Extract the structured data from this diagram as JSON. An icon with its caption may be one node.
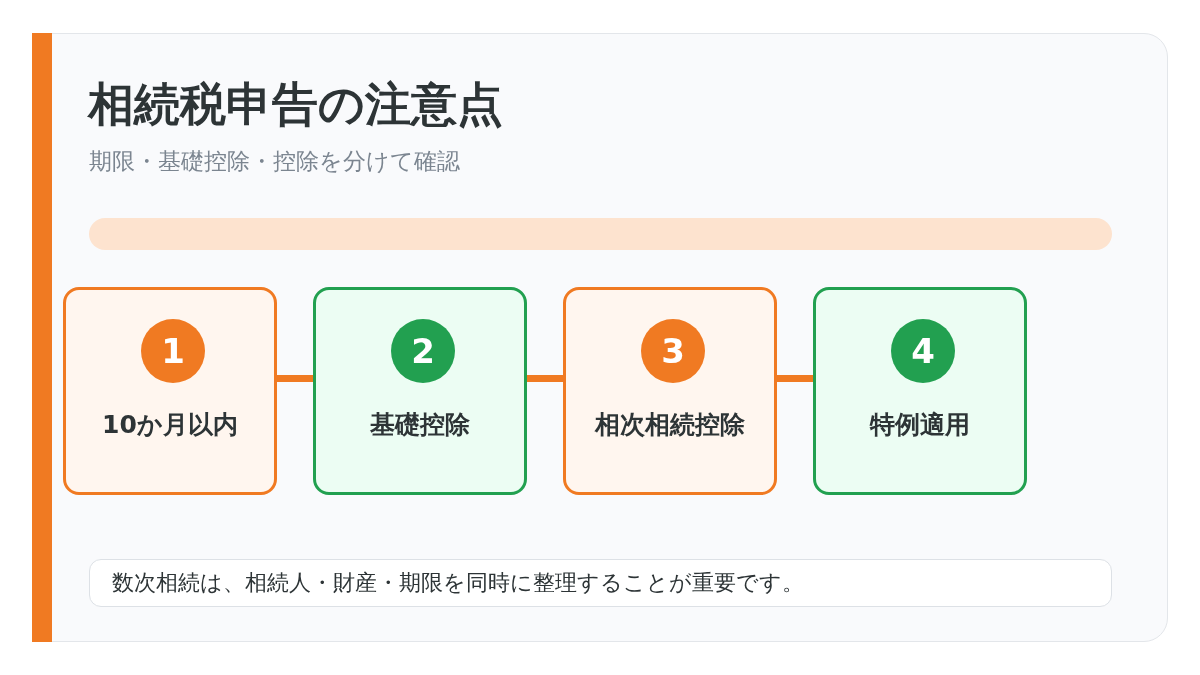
{
  "diagram": {
    "title": "相続税申告の注意点",
    "caption": "期限・基礎控除・控除を分けて確認",
    "nodes": [
      {
        "text": [
          "1",
          "10か月以内"
        ]
      },
      {
        "text": [
          "2",
          "基礎控除"
        ]
      },
      {
        "text": [
          "3",
          "相次相続控除"
        ]
      },
      {
        "text": [
          "4",
          "特例適用"
        ]
      },
      {
        "text": [
          "数次相続は、相続人・財産・期限を同時に整理することが重要です。"
        ]
      }
    ],
    "edges": [
      {
        "from": 0,
        "to": 1,
        "arrow": "none"
      },
      {
        "from": 1,
        "to": 2,
        "arrow": "none"
      },
      {
        "from": 2,
        "to": 3,
        "arrow": "none"
      }
    ]
  }
}
